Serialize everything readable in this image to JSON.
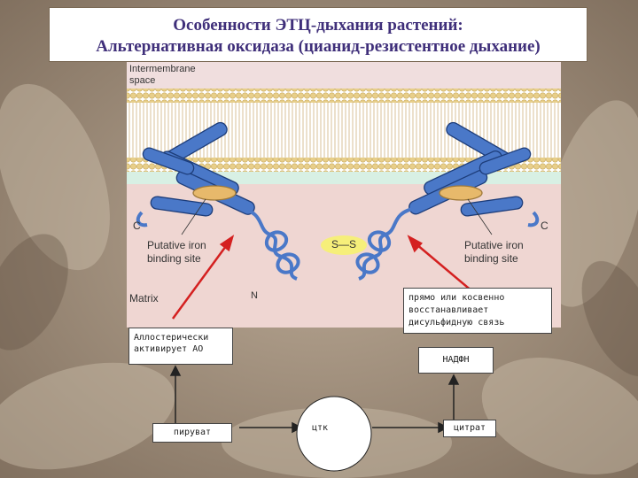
{
  "title": {
    "line1": "Особенности ЭТЦ-дыхания растений:",
    "line2": "Альтернативная оксидаза (цианид-резистентное дыхание)"
  },
  "figure": {
    "intermembrane_label_1": "Intermembrane",
    "intermembrane_label_2": "space",
    "matrix_label": "Matrix",
    "c_left": "C",
    "c_right": "C",
    "n_label": "N",
    "ss_bond": "S—S",
    "iron_left_1": "Putative iron",
    "iron_left_2": "binding site",
    "iron_right_1": "Putative iron",
    "iron_right_2": "binding site"
  },
  "annotations": {
    "allosteric_1": "Аллостерически",
    "allosteric_2": "активирует АО",
    "disulfide_1": "прямо или косвенно",
    "disulfide_2": "восстанавливает",
    "disulfide_3": "дисульфидную связь",
    "nadph": "НАДФН",
    "pyruvate": "пируват",
    "tca": "цтк",
    "citrate": "цитрат"
  },
  "colors": {
    "title_text": "#3f2f7a",
    "protein_blue": "#4a78c8",
    "arrow_red": "#d42020",
    "membrane_tan": "#e8cf8a",
    "matrix_pink": "#efd6d2"
  }
}
